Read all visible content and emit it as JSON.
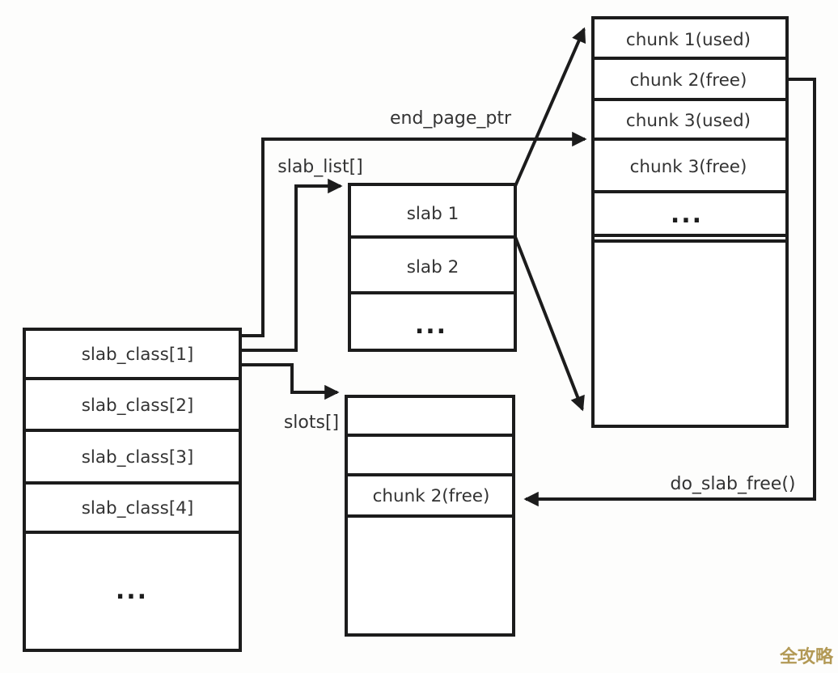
{
  "colors": {
    "background": "#fdfdfc",
    "line": "#1c1c1c",
    "box_fill": "#ffffff",
    "text": "#333333",
    "watermark": "#b29955"
  },
  "boxes": {
    "slab_class": {
      "cells": [
        "slab_class[1]",
        "slab_class[2]",
        "slab_class[3]",
        "slab_class[4]",
        "..."
      ]
    },
    "slab_list": {
      "cells": [
        "slab 1",
        "slab 2",
        "..."
      ]
    },
    "slots": {
      "cells": [
        "",
        "",
        "chunk 2(free)",
        ""
      ]
    },
    "chunks": {
      "cells": [
        "chunk 1(used)",
        "chunk 2(free)",
        "chunk 3(used)",
        "chunk 3(free)",
        "...",
        ""
      ]
    }
  },
  "labels": {
    "end_page_ptr": "end_page_ptr",
    "slab_list": "slab_list[]",
    "slots": "slots[]",
    "do_slab_free": "do_slab_free()"
  },
  "watermark": {
    "text": "全攻略"
  }
}
